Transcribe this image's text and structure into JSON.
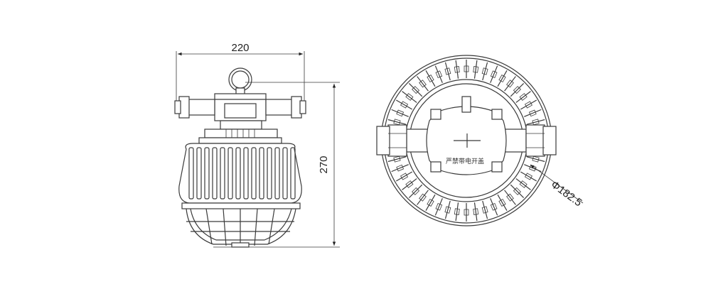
{
  "dimensions": {
    "width": "220",
    "height": "270",
    "diameter": "Φ182.5"
  },
  "top_view_note": "严禁带电开盖"
}
